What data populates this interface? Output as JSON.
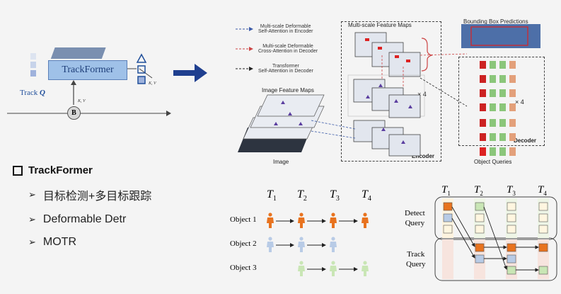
{
  "left_diagram": {
    "module_label": "TrackFormer",
    "track_label": "Track",
    "track_q": "Q",
    "b_label": "B",
    "kv_label": "K, V",
    "kv_label2": "K, V"
  },
  "legend": {
    "item1": "Multi-scale Deformable\nSelf-Attention in Encoder",
    "item2": "Multi-scale Deformable\nCross-Attention in Decoder",
    "item3": "Transformer\nSelf-Attention in Decoder"
  },
  "arch": {
    "feature_maps_title": "Multi-scale Feature Maps",
    "bbox_title": "Bounding Box Predictions",
    "image_feature_maps": "Image Feature Maps",
    "image_label": "Image",
    "encoder_label": "Encoder",
    "decoder_label": "Decoder",
    "x4_enc": "× 4",
    "x4_dec": "× 4",
    "object_queries": "Object Queries"
  },
  "bullets": {
    "title": "TrackFormer",
    "items": [
      "目标检测+多目标跟踪",
      "Deformable Detr",
      "MOTR"
    ]
  },
  "tracks": {
    "times": [
      "T",
      "T",
      "T",
      "T"
    ],
    "subs": [
      "1",
      "2",
      "3",
      "4"
    ],
    "objects": [
      "Object 1",
      "Object 2",
      "Object 3"
    ]
  },
  "queries": {
    "times": [
      "T",
      "T",
      "T",
      "T"
    ],
    "subs": [
      "1",
      "2",
      "3",
      "4"
    ],
    "detect": "Detect\nQuery",
    "track": "Track\nQuery"
  },
  "colors": {
    "navy": "#1f4e9a",
    "orange": "#e8731f",
    "light_blue": "#b8cbe6",
    "light_green": "#c9e6b5",
    "pink_bg": "#f5d9d3"
  }
}
